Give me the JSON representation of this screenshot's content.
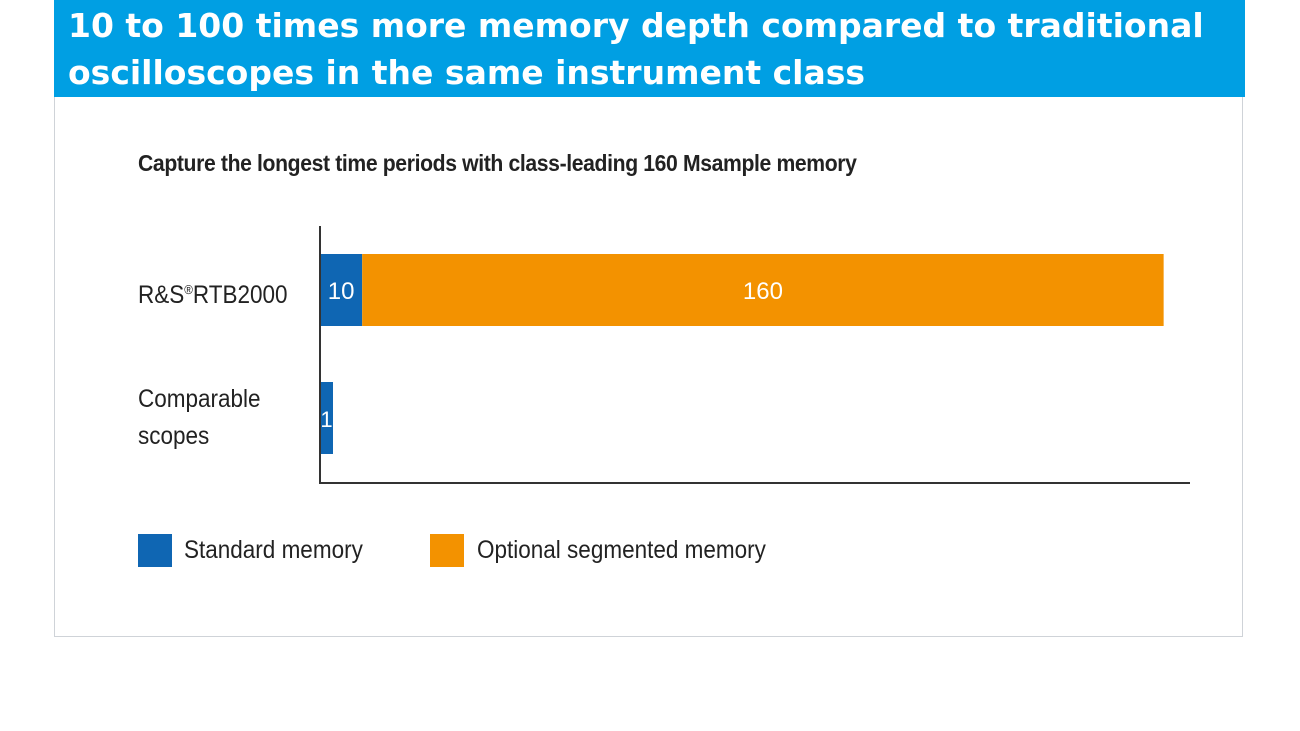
{
  "header": {
    "title": "10 to 100 times more memory depth compared to traditional oscilloscopes in the same instrument class"
  },
  "chart_data": {
    "type": "bar",
    "title": "Capture the longest time periods with class-leading 160 Msample memory",
    "orientation": "horizontal",
    "stacked": true,
    "categories": [
      "R&S®RTB2000",
      "Comparable scopes"
    ],
    "category_label_parts": [
      {
        "prefix": "R&S",
        "superscript": "®",
        "suffix": "RTB2000"
      },
      {
        "line1": "Comparable",
        "line2": "scopes"
      }
    ],
    "series": [
      {
        "name": "Standard memory",
        "values": [
          10,
          1
        ],
        "color": "#0f66b3"
      },
      {
        "name": "Optional segmented memory",
        "values": [
          160,
          null
        ],
        "color": "#f39200"
      }
    ],
    "data_labels": [
      [
        "10",
        "1"
      ],
      [
        "160",
        ""
      ]
    ],
    "xlim": [
      0,
      165
    ],
    "grid": false,
    "legend_position": "bottom-left"
  }
}
